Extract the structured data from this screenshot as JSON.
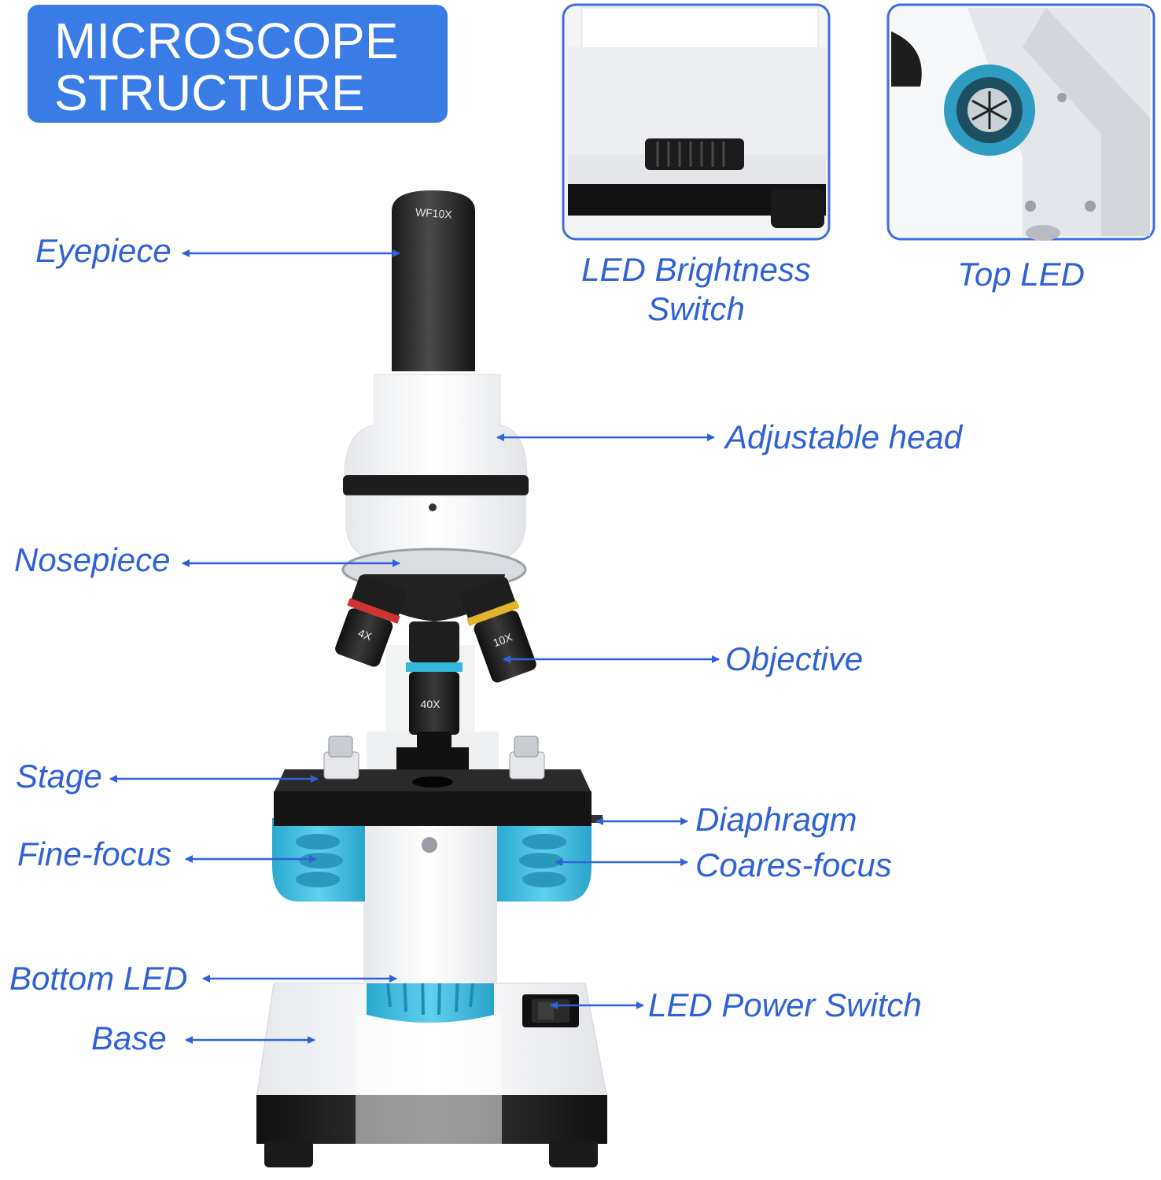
{
  "title": {
    "line1": "MICROSCOPE",
    "line2": "STRUCTURE"
  },
  "labels": {
    "eyepiece": "Eyepiece",
    "adjustable_head": "Adjustable head",
    "nosepiece": "Nosepiece",
    "objective": "Objective",
    "stage": "Stage",
    "diaphragm": "Diaphragm",
    "fine_focus": "Fine-focus",
    "coarse_focus": "Coares-focus",
    "bottom_led": "Bottom LED",
    "led_power_switch": "LED Power Switch",
    "base": "Base"
  },
  "insets": {
    "brightness": {
      "line1": "LED Brightness",
      "line2": "Switch"
    },
    "top_led": {
      "line1": "Top LED"
    }
  },
  "engravings": {
    "eyepiece": "WF10X",
    "objective_4x": "4X",
    "objective_10x": "10X",
    "objective_40x": "40X"
  },
  "colors": {
    "label_blue": "#2f62d8",
    "title_bg": "#3a7ce6",
    "knob_teal": "#35b7dc",
    "body_white": "#f4f5f7",
    "stage_black": "#1b1b1b"
  }
}
